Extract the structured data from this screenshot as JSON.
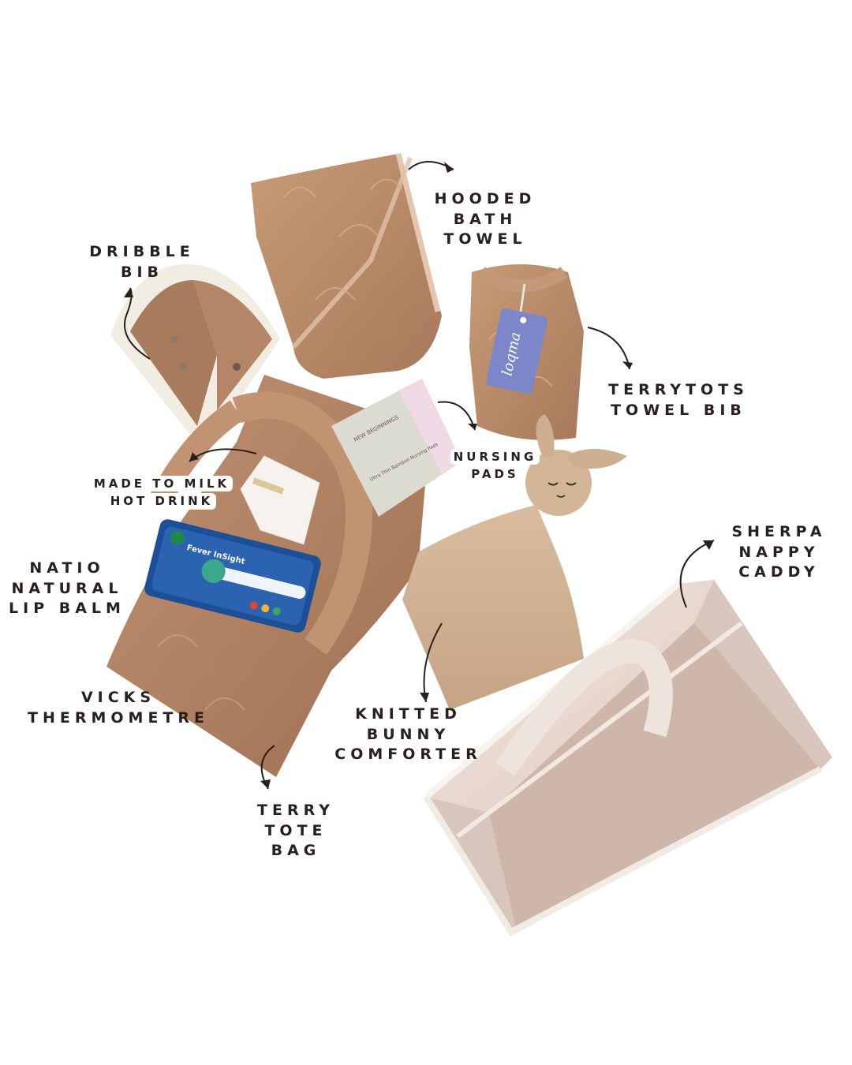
{
  "labels": {
    "hooded_bath_towel": [
      "HOODED",
      "BATH",
      "TOWEL"
    ],
    "dribble_bib": [
      "DRIBBLE",
      "BIB"
    ],
    "terrytots_towel_bib": [
      "TERRYTOTS",
      "TOWEL BIB"
    ],
    "nursing_pads": [
      "NURSING",
      "PADS"
    ],
    "made_to_milk": [
      "MADE TO MILK",
      "HOT DRINK"
    ],
    "natio_lip_balm": [
      "NATIO",
      "NATURAL",
      "LIP BALM"
    ],
    "vicks_thermometre": [
      "VICKS",
      "THERMOMETRE"
    ],
    "knitted_bunny": [
      "KNITTED",
      "BUNNY",
      "COMFORTER"
    ],
    "sherpa_caddy": [
      "SHERPA",
      "NAPPY",
      "CADDY"
    ],
    "terry_tote": [
      "TERRY",
      "TOTE",
      "BAG"
    ]
  },
  "product_text": {
    "tag_brand": "loqma",
    "box_brand": "NEW BEGINNINGS",
    "box_product": "Ultra Thin Bamboo Nursing Pads",
    "thermometer_brand": "Fever InSight"
  },
  "colors": {
    "towel_tan": "#b98c68",
    "sherpa_pink": "#eadbd3",
    "tag_blue": "#7c86c9",
    "text_dark": "#2a1f1c"
  }
}
